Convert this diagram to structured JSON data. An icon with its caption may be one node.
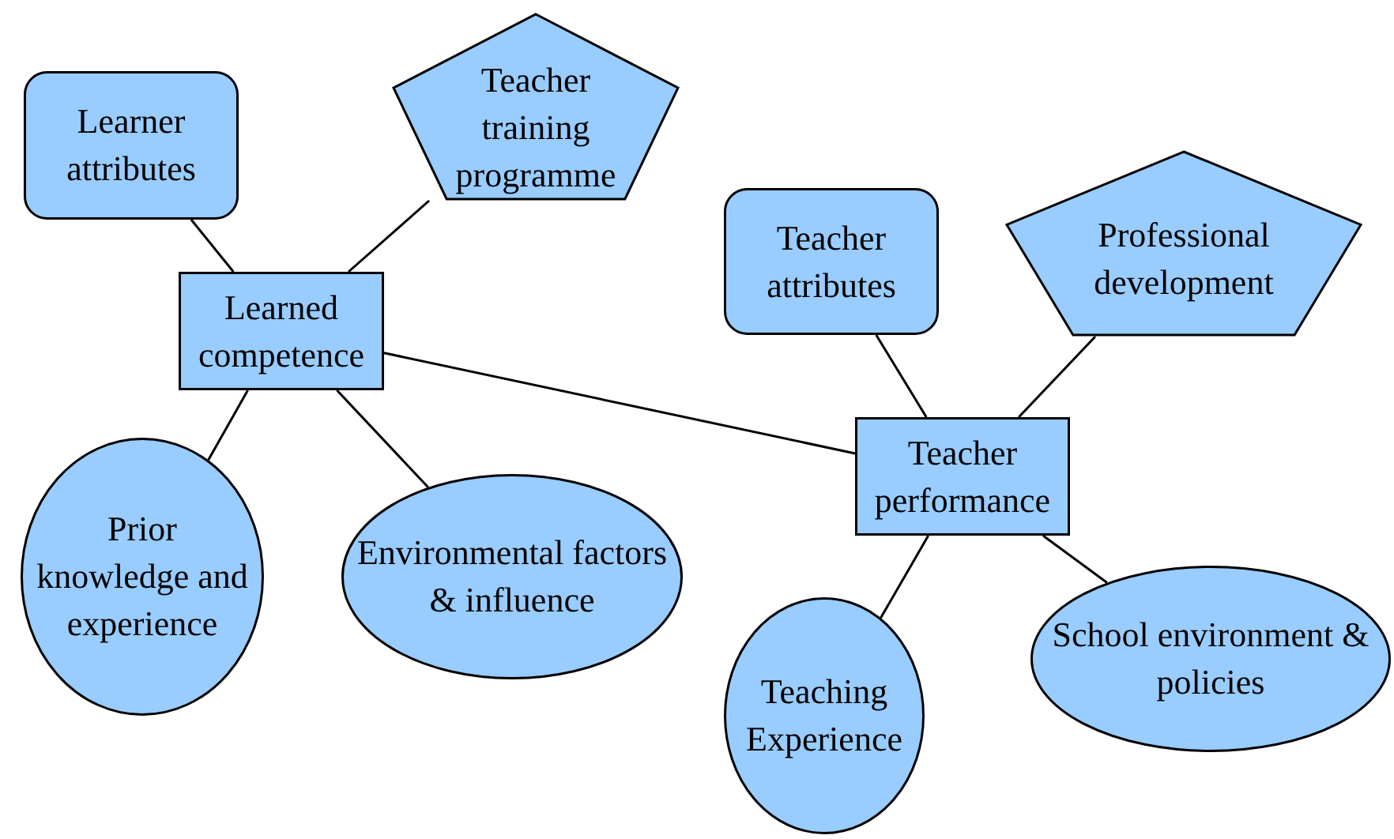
{
  "diagram": {
    "nodes": [
      {
        "text": [
          "Learner attributes"
        ]
      },
      {
        "text": [
          "Teacher training programme"
        ]
      },
      {
        "text": [
          "Learned competence"
        ]
      },
      {
        "text": [
          "Prior knowledge and experience"
        ]
      },
      {
        "text": [
          "Environmental factors & influence"
        ]
      },
      {
        "text": [
          "Teacher attributes"
        ]
      },
      {
        "text": [
          "Professional development"
        ]
      },
      {
        "text": [
          "Teacher performance"
        ]
      },
      {
        "text": [
          "Teaching Experience"
        ]
      },
      {
        "text": [
          "School environment & policies"
        ]
      }
    ],
    "edges": [
      {
        "from": 0,
        "to": 2,
        "arrow": "none"
      },
      {
        "from": 1,
        "to": 2,
        "arrow": "none"
      },
      {
        "from": 2,
        "to": 3,
        "arrow": "none"
      },
      {
        "from": 2,
        "to": 4,
        "arrow": "none"
      },
      {
        "from": 2,
        "to": 7,
        "arrow": "none"
      },
      {
        "from": 5,
        "to": 7,
        "arrow": "none"
      },
      {
        "from": 6,
        "to": 7,
        "arrow": "none"
      },
      {
        "from": 7,
        "to": 8,
        "arrow": "none"
      },
      {
        "from": 7,
        "to": 9,
        "arrow": "none"
      }
    ]
  }
}
